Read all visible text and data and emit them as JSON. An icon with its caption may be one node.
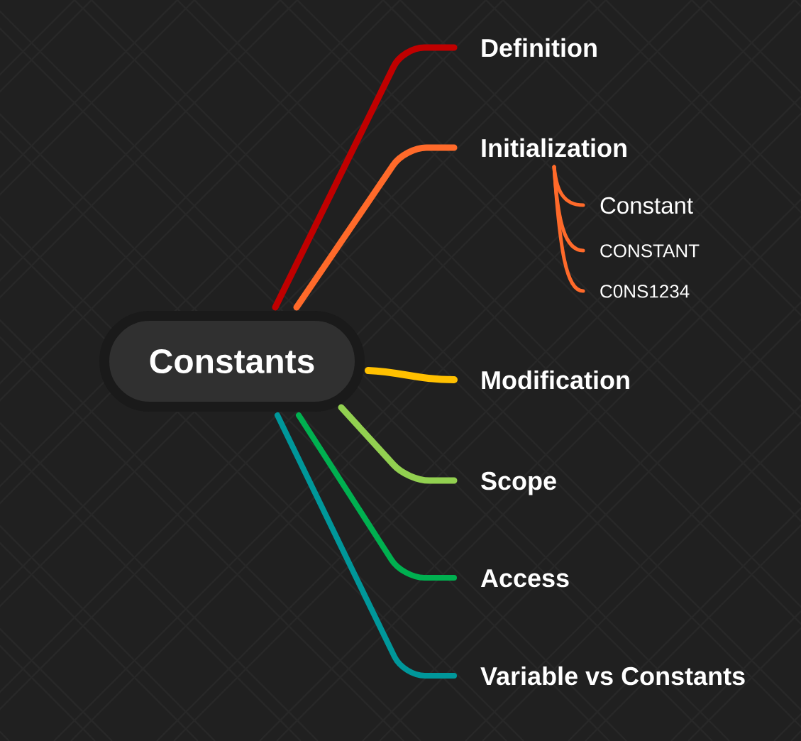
{
  "diagram": {
    "nodes": [
      {
        "text": [
          "Constants"
        ]
      },
      {
        "text": [
          "Definition"
        ]
      },
      {
        "text": [
          "Initialization"
        ]
      },
      {
        "text": [
          "Constant"
        ]
      },
      {
        "text": [
          "CONSTANT"
        ]
      },
      {
        "text": [
          "C0NS1234"
        ]
      },
      {
        "text": [
          "Modification"
        ]
      },
      {
        "text": [
          "Scope"
        ]
      },
      {
        "text": [
          "Access"
        ]
      },
      {
        "text": [
          "Variable vs Constants"
        ]
      }
    ],
    "edges": [
      {
        "from": 0,
        "to": 1,
        "arrow": "none",
        "color": "#c00000"
      },
      {
        "from": 0,
        "to": 2,
        "arrow": "none",
        "color": "#ff6a2a"
      },
      {
        "from": 2,
        "to": 3,
        "arrow": "none",
        "color": "#ff6a2a"
      },
      {
        "from": 2,
        "to": 4,
        "arrow": "none",
        "color": "#ff6a2a"
      },
      {
        "from": 2,
        "to": 5,
        "arrow": "none",
        "color": "#ff6a2a"
      },
      {
        "from": 0,
        "to": 6,
        "arrow": "none",
        "color": "#ffc000"
      },
      {
        "from": 0,
        "to": 7,
        "arrow": "none",
        "color": "#92d050"
      },
      {
        "from": 0,
        "to": 8,
        "arrow": "none",
        "color": "#00b050"
      },
      {
        "from": 0,
        "to": 9,
        "arrow": "none",
        "color": "#00979a"
      }
    ]
  }
}
